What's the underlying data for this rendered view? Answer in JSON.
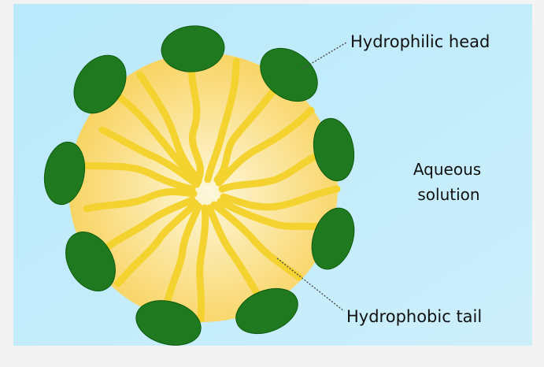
{
  "labels": {
    "hydrophilic_head": "Hydrophilic head",
    "aqueous_line1": "Aqueous",
    "aqueous_line2": "solution",
    "hydrophobic_tail": "Hydrophobic tail"
  },
  "colors": {
    "page_background": "#f3f3f3",
    "solution_background": "#b9e9fb",
    "micelle_core_center": "#fdf8dc",
    "micelle_core_edge": "#f8d25c",
    "tail": "#f4d230",
    "head": "#1f7a1f",
    "head_highlight": "#2f9a2f",
    "leader_line": "#4a4a4a"
  },
  "heads": [
    {
      "name": "top"
    },
    {
      "name": "top-right"
    },
    {
      "name": "top-left"
    },
    {
      "name": "left"
    },
    {
      "name": "right"
    },
    {
      "name": "lower-left"
    },
    {
      "name": "lower-right"
    },
    {
      "name": "bottom-left"
    },
    {
      "name": "bottom-right"
    }
  ]
}
